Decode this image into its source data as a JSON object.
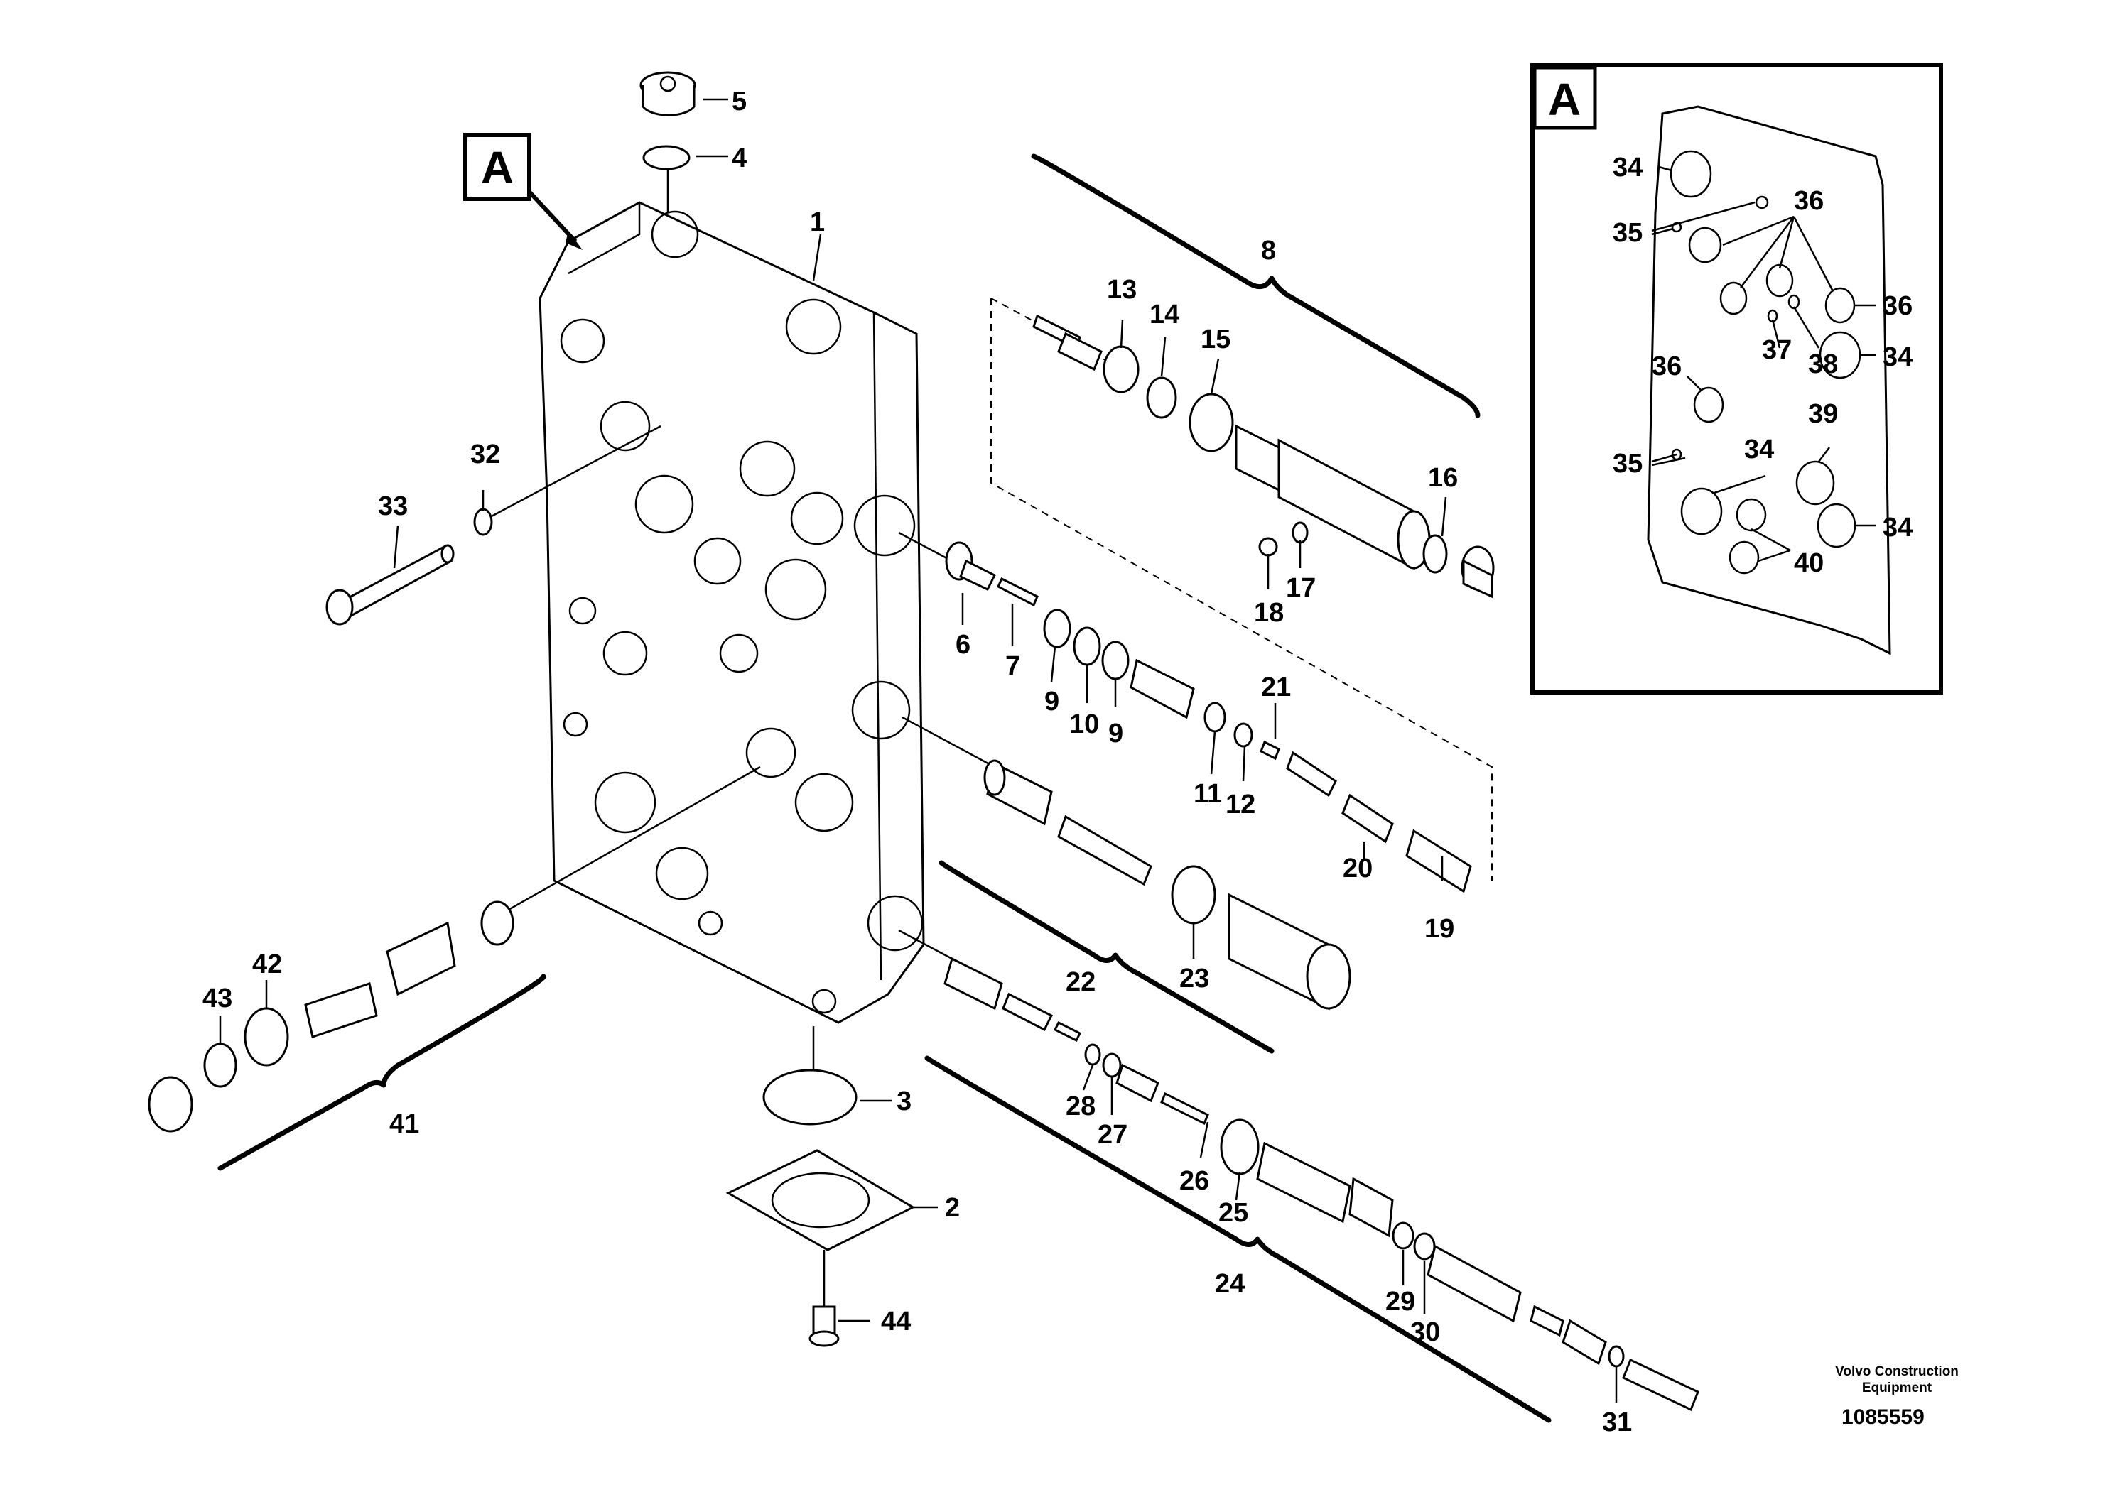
{
  "title": "",
  "view_tag": "A",
  "footer": {
    "company_line1": "Volvo Construction",
    "company_line2": "Equipment",
    "drawing_number": "1085559"
  },
  "callouts": {
    "p1": "1",
    "p2": "2",
    "p3": "3",
    "p4": "4",
    "p5": "5",
    "p6": "6",
    "p7": "7",
    "p8": "8",
    "p9a": "9",
    "p9b": "9",
    "p10": "10",
    "p11": "11",
    "p12": "12",
    "p13": "13",
    "p14": "14",
    "p15": "15",
    "p16": "16",
    "p17": "17",
    "p18": "18",
    "p19": "19",
    "p20": "20",
    "p21": "21",
    "p22": "22",
    "p23": "23",
    "p24": "24",
    "p25": "25",
    "p26": "26",
    "p27": "27",
    "p28": "28",
    "p29": "29",
    "p30": "30",
    "p31": "31",
    "p32": "32",
    "p33": "33",
    "p41": "41",
    "p42": "42",
    "p43": "43",
    "p44": "44"
  },
  "inset_callouts": {
    "i34a": "34",
    "i35a": "35",
    "i36a": "36",
    "i36b": "36",
    "i36c": "36",
    "i37": "37",
    "i38": "38",
    "i34b": "34",
    "i39": "39",
    "i35b": "35",
    "i34c": "34",
    "i34d": "34",
    "i40": "40"
  }
}
